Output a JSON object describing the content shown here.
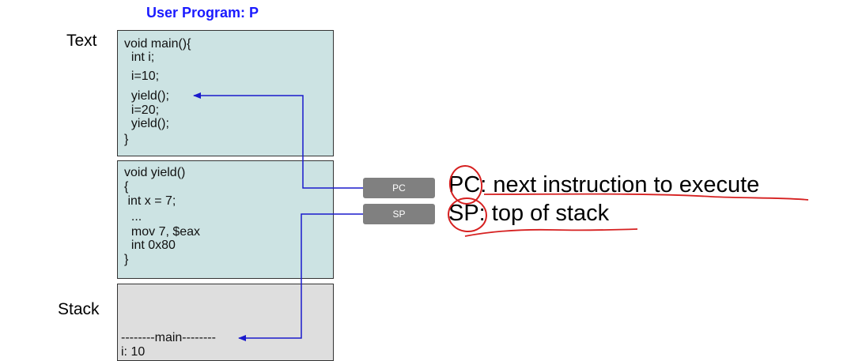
{
  "title": "User Program: P",
  "segments": {
    "text_label": "Text",
    "stack_label": "Stack"
  },
  "main_code": [
    "void main(){",
    "  int i;",
    "  i=10;",
    "  yield();",
    "  i=20;",
    "  yield();",
    "}"
  ],
  "yield_code": [
    "void yield()",
    "{",
    " int x = 7;",
    "  ...",
    "  mov 7, $eax",
    "  int 0x80",
    "}"
  ],
  "stack": {
    "frame_label": "--------main--------",
    "var": "i: 10"
  },
  "registers": {
    "pc_label": "PC",
    "sp_label": "SP"
  },
  "descriptions": {
    "pc": "PC: next instruction to execute",
    "sp": "SP: top of stack"
  },
  "colors": {
    "title": "#1a1aff",
    "arrow": "#1a1acc",
    "annotation": "#d62020",
    "text_segment": "#cce3e3",
    "stack_segment": "#dedede",
    "register": "#808080"
  }
}
